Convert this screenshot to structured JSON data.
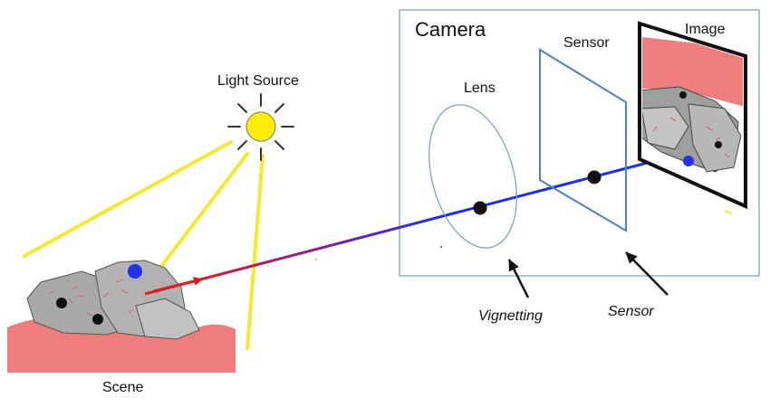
{
  "labels": {
    "camera": "Camera",
    "sensor_top": "Sensor",
    "image": "Image",
    "lens": "Lens",
    "light_source": "Light Source",
    "scene": "Scene",
    "vignetting": "Vignetting",
    "sensor_bottom": "Sensor"
  },
  "colors": {
    "camera_box": "#8fb1cc",
    "lens_outline": "#7aa3cc",
    "sensor_plane": "#4f81bd",
    "ray_scene": "#e11b1b",
    "ray_camera": "#1a2bff",
    "light_rays": "#f2ea2c",
    "sun_fill": "#ffee00",
    "ground": "#ef7d7d",
    "rock": "#aaaaaa",
    "scene_spot": "#2233ee"
  },
  "icons": {
    "light_source": "sun-icon",
    "pointers": "arrow-up-left-icon"
  }
}
